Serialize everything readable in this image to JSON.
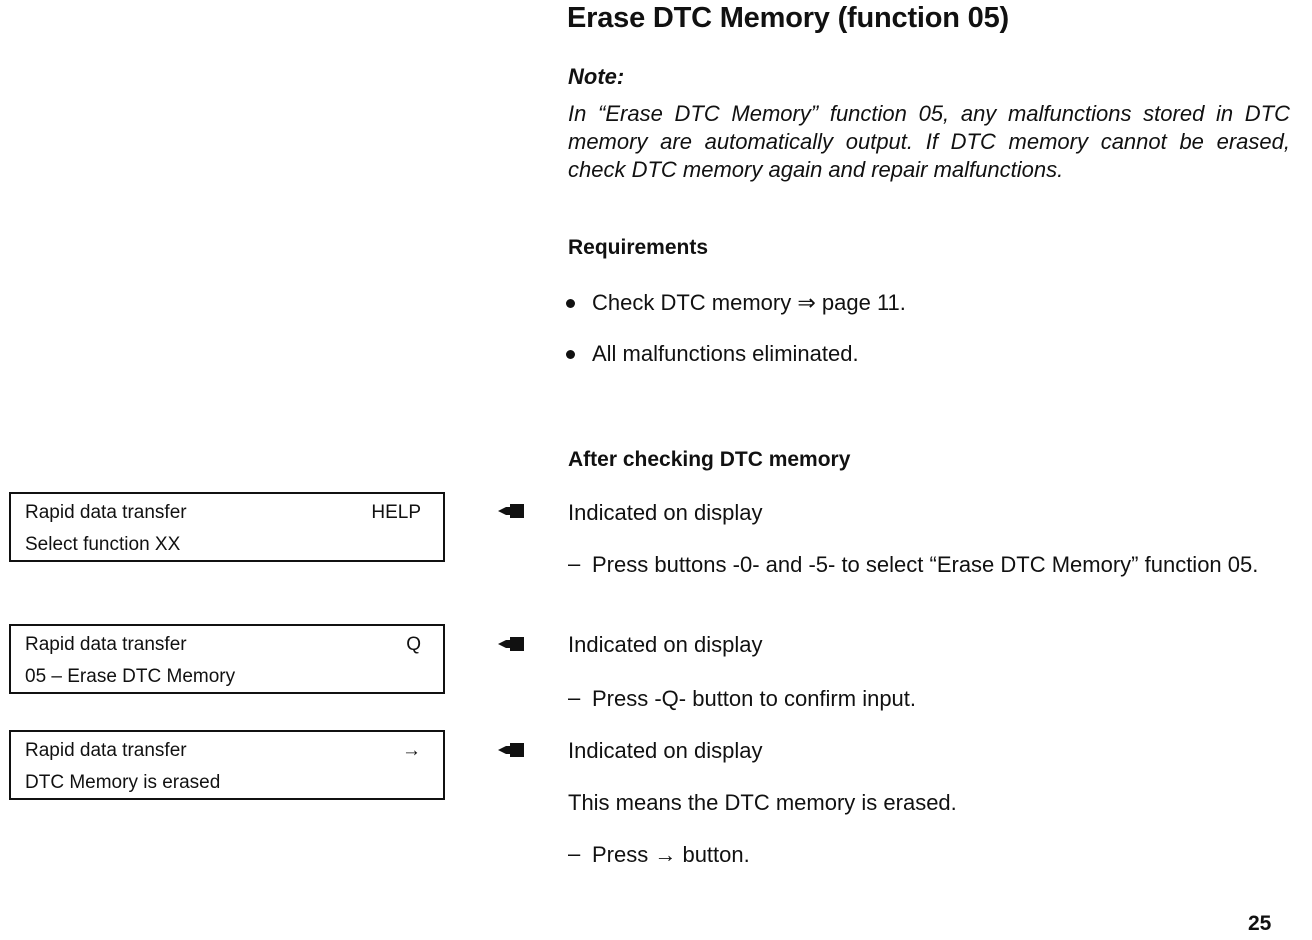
{
  "title": "Erase DTC Memory (function 05)",
  "note": {
    "label": "Note:",
    "text": "In “Erase DTC Memory” function 05, any malfunctions stored in DTC memory are automatically output. If DTC memory cannot be erased, check DTC memory again and repair malfunctions."
  },
  "requirements": {
    "heading": "Requirements",
    "items": [
      "Check DTC memory ⇒ page 11.",
      "All malfunctions eliminated."
    ]
  },
  "procedure": {
    "heading": "After checking DTC memory",
    "indicated_label": "Indicated on display",
    "step1": "Press buttons -0- and -5- to select “Erase DTC Memory” function 05.",
    "step2": "Press -Q- button to confirm input.",
    "result_text": "This means the DTC memory is erased.",
    "step3": "Press → button.",
    "dash": "–"
  },
  "displays": [
    {
      "line1": "Rapid data transfer",
      "key": "HELP",
      "line2": "Select function XX"
    },
    {
      "line1": "Rapid data transfer",
      "key": "Q",
      "line2": "05 – Erase DTC Memory"
    },
    {
      "line1": "Rapid data transfer",
      "key": "→",
      "line2": "DTC Memory is erased"
    }
  ],
  "icons": {
    "pointer": "pointing-hand-icon"
  },
  "page_number": "25"
}
